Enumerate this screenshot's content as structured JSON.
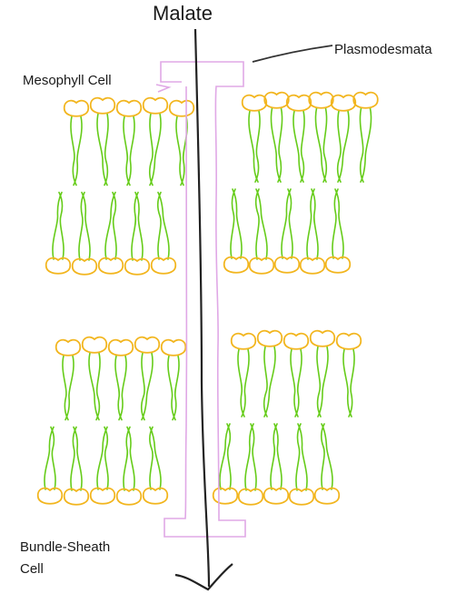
{
  "labels": {
    "molecule": "Malate",
    "plasmodesmata": "Plasmodesmata",
    "mesophyll_cell": "Mesophyll Cell",
    "bundle_sheath_line1": "Bundle-Sheath",
    "bundle_sheath_line2": "Cell"
  },
  "colors": {
    "phospholipid_head": "#f2b51d",
    "phospholipid_tail": "#66cc1a",
    "plasmodesmata_channel": "#e0a8e6",
    "malate_arrow": "#222222",
    "text": "#1a1a1a"
  },
  "membranes": [
    {
      "name": "mesophyll-left-bilayer",
      "upper_heads": 5,
      "lower_heads": 5
    },
    {
      "name": "mesophyll-right-bilayer",
      "upper_heads": 6,
      "lower_heads": 5
    },
    {
      "name": "bundle-sheath-left-bilayer",
      "upper_heads": 5,
      "lower_heads": 5
    },
    {
      "name": "bundle-sheath-right-bilayer",
      "upper_heads": 5,
      "lower_heads": 5
    }
  ]
}
